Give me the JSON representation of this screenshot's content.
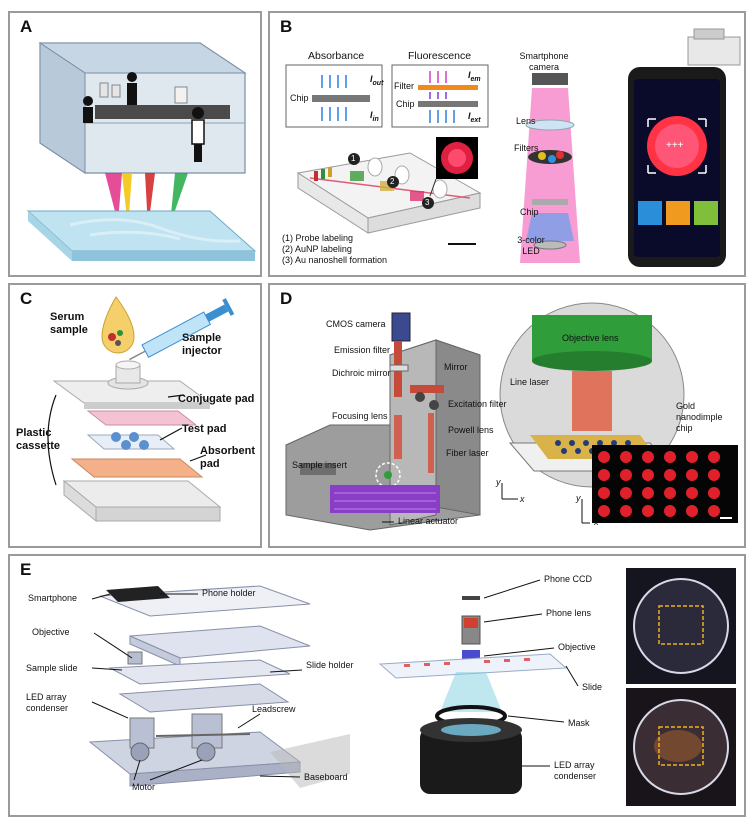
{
  "panels": {
    "a": {
      "label": "A"
    },
    "b": {
      "label": "B",
      "absorbance": "Absorbance",
      "fluorescence": "Fluorescence",
      "chip": "Chip",
      "filter": "Filter",
      "chip2": "Chip",
      "i_out": "I",
      "i_out_sub": "out",
      "i_in": "I",
      "i_in_sub": "in",
      "i_em": "I",
      "i_em_sub": "em",
      "i_ext": "I",
      "i_ext_sub": "ext",
      "step_numbers": [
        "1",
        "2",
        "3"
      ],
      "steps": [
        "(1) Probe labeling",
        "(2) AuNP labeling",
        "(3) Au nanoshell formation"
      ],
      "smartphone_camera": "Smartphone camera",
      "lens": "Lens",
      "filters": "Filters",
      "chip_right": "Chip",
      "led": "3-color LED",
      "phone_result": "+++"
    },
    "c": {
      "label": "C",
      "serum_sample": "Serum sample",
      "sample_injector": "Sample injector",
      "conjugate_pad": "Conjugate pad",
      "test_pad": "Test pad",
      "plastic_cassette": "Plastic cassette",
      "absorbent_pad": "Absorbent pad"
    },
    "d": {
      "label": "D",
      "cmos_camera": "CMOS camera",
      "emission_filter": "Emission filter",
      "dichroic_mirror": "Dichroic mirror",
      "mirror": "Mirror",
      "focusing_lens": "Focusing lens",
      "excitation_filter": "Excitation filter",
      "powell_lens": "Powell lens",
      "fiber_laser": "Fiber laser",
      "sample_insert": "Sample insert",
      "linear_actuator": "Linear actuator",
      "objective_lens": "Objective lens",
      "line_laser": "Line laser",
      "gold_chip": "Gold nanodimple chip",
      "axis_y": "y",
      "axis_x": "x",
      "axis_y2": "y",
      "axis_x2": "x"
    },
    "e": {
      "label": "E",
      "smartphone": "Smartphone",
      "phone_holder": "Phone holder",
      "objective": "Objective",
      "sample_slide": "Sample slide",
      "slide_holder": "Slide holder",
      "led_condenser": "LED array condenser",
      "leadscrew": "Leadscrew",
      "motor": "Motor",
      "baseboard": "Baseboard",
      "phone_ccd": "Phone CCD",
      "phone_lens": "Phone lens",
      "objective_r": "Objective",
      "slide": "Slide",
      "mask": "Mask",
      "led_condenser_r": "LED array condenser"
    }
  },
  "colors": {
    "panel_border": "#9a9a9a",
    "phone_screen": "#0a0a2a",
    "red_spot": "#ff3344",
    "green": "#2f9e3a",
    "purple": "#8a3dc7",
    "gold": "#d9b24a"
  }
}
